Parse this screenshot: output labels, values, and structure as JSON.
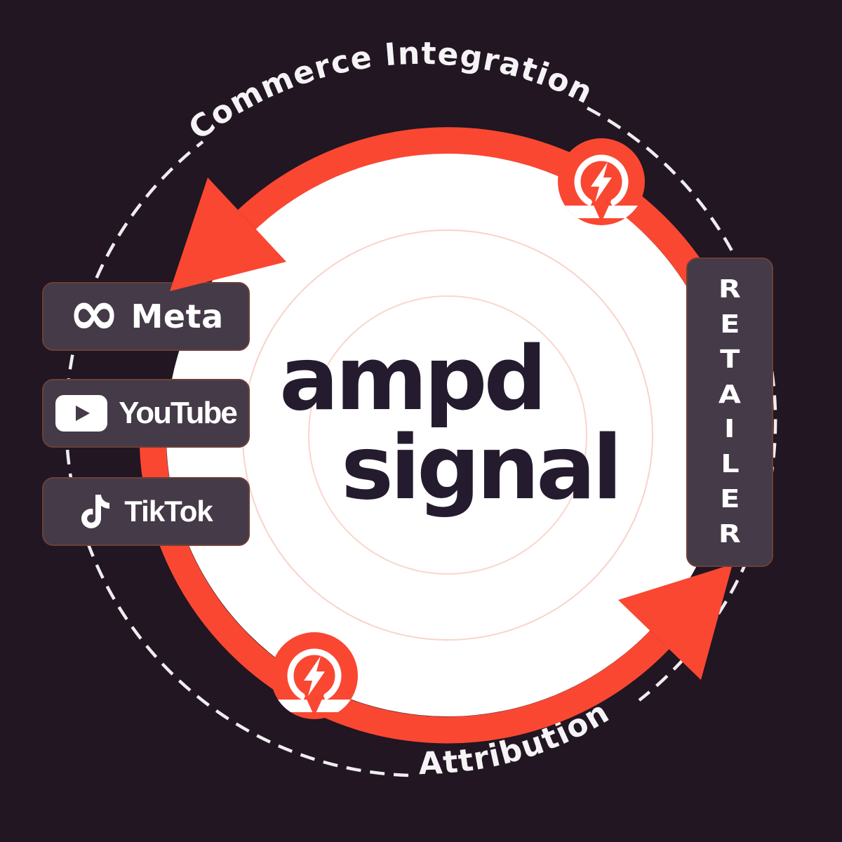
{
  "page": {
    "title": "ampd signal commerce flywheel diagram"
  },
  "colors": {
    "background": "#211622",
    "accent_orange": "#FA4732",
    "white_core": "#FFFFFF",
    "wordmark_ink": "#241C2E",
    "panel_bg": "#453A47",
    "panel_border": "#6B4038",
    "dash_line": "#EFEDEF",
    "radar_ring": "#F5BCAC"
  },
  "orbit": {
    "top_label": "Commerce Integration",
    "bottom_label": "Attribution"
  },
  "wordmark": {
    "line1": "ampd",
    "line2": "signal"
  },
  "platforms": [
    {
      "name": "Meta",
      "icon": "meta-infinity-icon",
      "glyph": "∞"
    },
    {
      "name": "YouTube",
      "icon": "youtube-play-icon"
    },
    {
      "name": "TikTok",
      "icon": "tiktok-note-icon"
    }
  ],
  "retailer": {
    "label": "RETAILER",
    "letters": [
      "R",
      "E",
      "T",
      "A",
      "I",
      "L",
      "E",
      "R"
    ]
  },
  "bolt_badge": {
    "icon": "ampd-bolt-pin-icon"
  }
}
